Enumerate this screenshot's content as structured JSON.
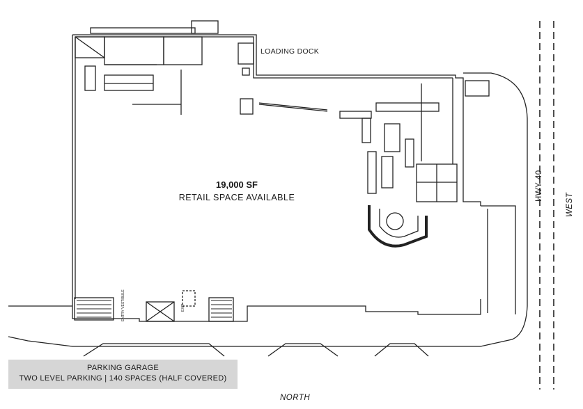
{
  "labels": {
    "loading_dock": "LOADING DOCK",
    "area": "19,000 SF",
    "availability": "RETAIL SPACE AVAILABLE",
    "highway": "HWY 40",
    "west": "WEST",
    "north": "NORTH",
    "entry": "ENTRY VESTIBULE",
    "exit": "EXIT"
  },
  "parking": {
    "title": "PARKING GARAGE",
    "details": "TWO LEVEL PARKING | 140 SPACES (HALF COVERED)"
  }
}
